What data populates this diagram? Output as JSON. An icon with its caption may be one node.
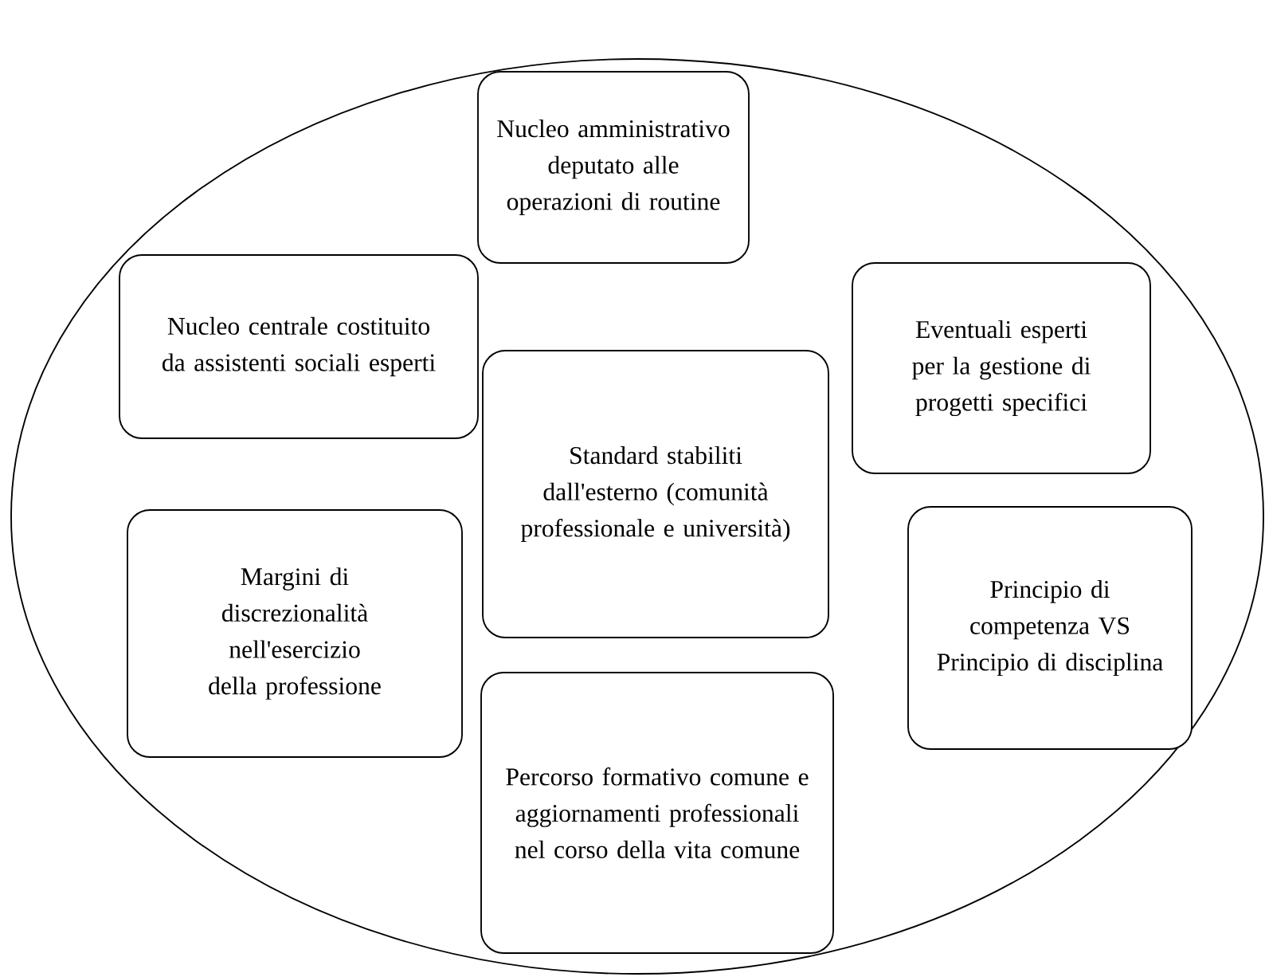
{
  "diagram": {
    "nodes": [
      {
        "text": [],
        "shape": "ellipse"
      },
      {
        "text": [
          "Nucleo amministrativo deputato alle operazioni di routine"
        ],
        "in": 0
      },
      {
        "text": [
          "Nucleo centrale costituito da assistenti sociali esperti"
        ],
        "in": 0
      },
      {
        "text": [
          "Eventuali esperti per la gestione di progetti specifici"
        ],
        "in": 0
      },
      {
        "text": [
          "Standard stabiliti dall'esterno (comunità professionale e università)"
        ],
        "in": 0
      },
      {
        "text": [
          "Margini di discrezionalità nell'esercizio della professione"
        ],
        "in": 0
      },
      {
        "text": [
          "Principio di competenza VS Principio di disciplina"
        ],
        "in": 0
      },
      {
        "text": [
          "Percorso formativo comune e aggiornamenti professionali nel corso della vita comune"
        ],
        "in": 0
      }
    ]
  }
}
